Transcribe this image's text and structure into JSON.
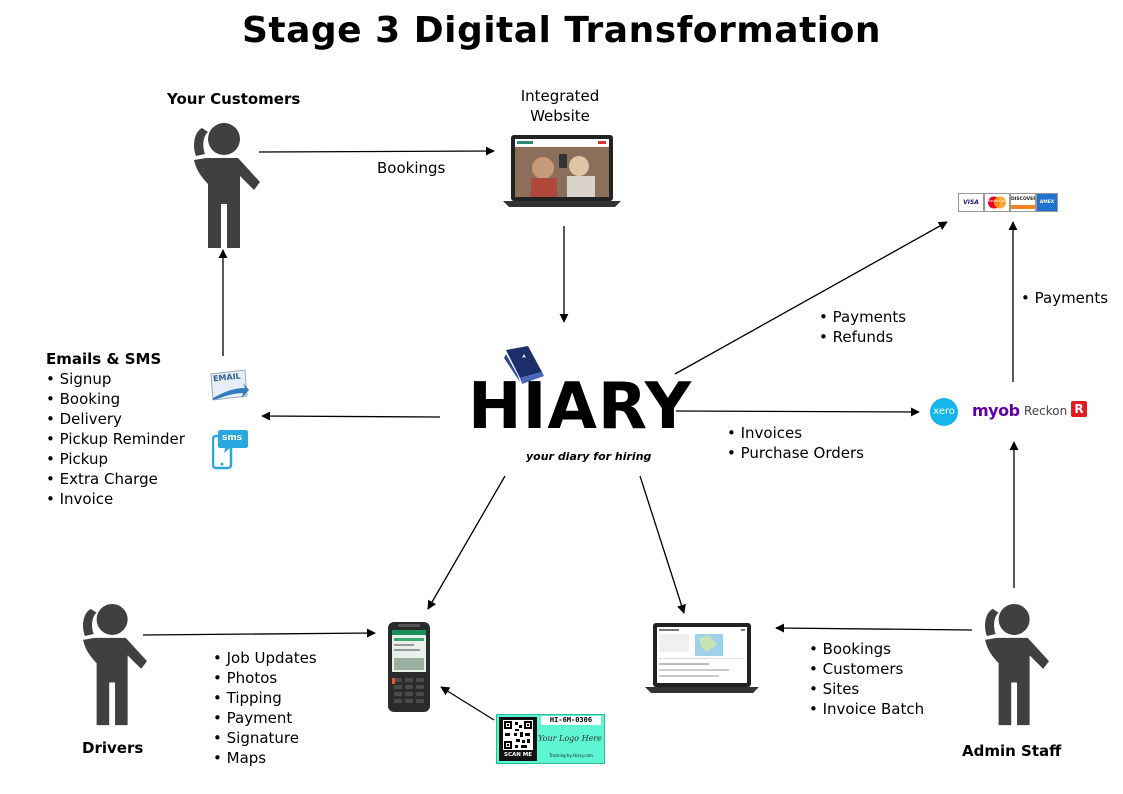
{
  "title": "Stage 3 Digital Transformation",
  "nodes": {
    "customers": "Your Customers",
    "website": [
      "Integrated",
      "Website"
    ],
    "drivers": "Drivers",
    "admin": "Admin Staff"
  },
  "edges": {
    "bookings": "Bookings",
    "emails_heading": "Emails & SMS",
    "emails_items": [
      "Signup",
      "Booking",
      "Delivery",
      "Pickup Reminder",
      "Pickup",
      "Extra Charge",
      "Invoice"
    ],
    "payments_refunds": [
      "Payments",
      "Refunds"
    ],
    "gateway_payments": [
      "Payments"
    ],
    "accounting_items": [
      "Invoices",
      "Purchase Orders"
    ],
    "driver_items": [
      "Job Updates",
      "Photos",
      "Tipping",
      "Payment",
      "Signature",
      "Maps"
    ],
    "admin_items": [
      "Bookings",
      "Customers",
      "Sites",
      "Invoice Batch"
    ]
  },
  "logos": {
    "hiary_word": "HIARY",
    "hiary_tagline": "your diary for hiring",
    "email_badge": "EMAIL",
    "sms_badge": "sms",
    "cards": [
      "VISA",
      "MasterCard",
      "DISCOVER",
      "AMEX"
    ],
    "xero": "xero",
    "myob": "myob",
    "reckon": "Reckon",
    "reckon_badge": "R"
  },
  "qr_card": {
    "code": "HI-6M-0306",
    "scan": "SCAN ME",
    "logo_text": "Your Logo Here",
    "footer": "Tracking by Hiary.com"
  },
  "colors": {
    "person": "#404040",
    "xero": "#13b5ea",
    "myob": "#6100a5",
    "reckon": "#e31b23",
    "qr_card": "#5ef5d2",
    "sms": "#29a8e0",
    "hiary_book": "#1c2f6b"
  }
}
